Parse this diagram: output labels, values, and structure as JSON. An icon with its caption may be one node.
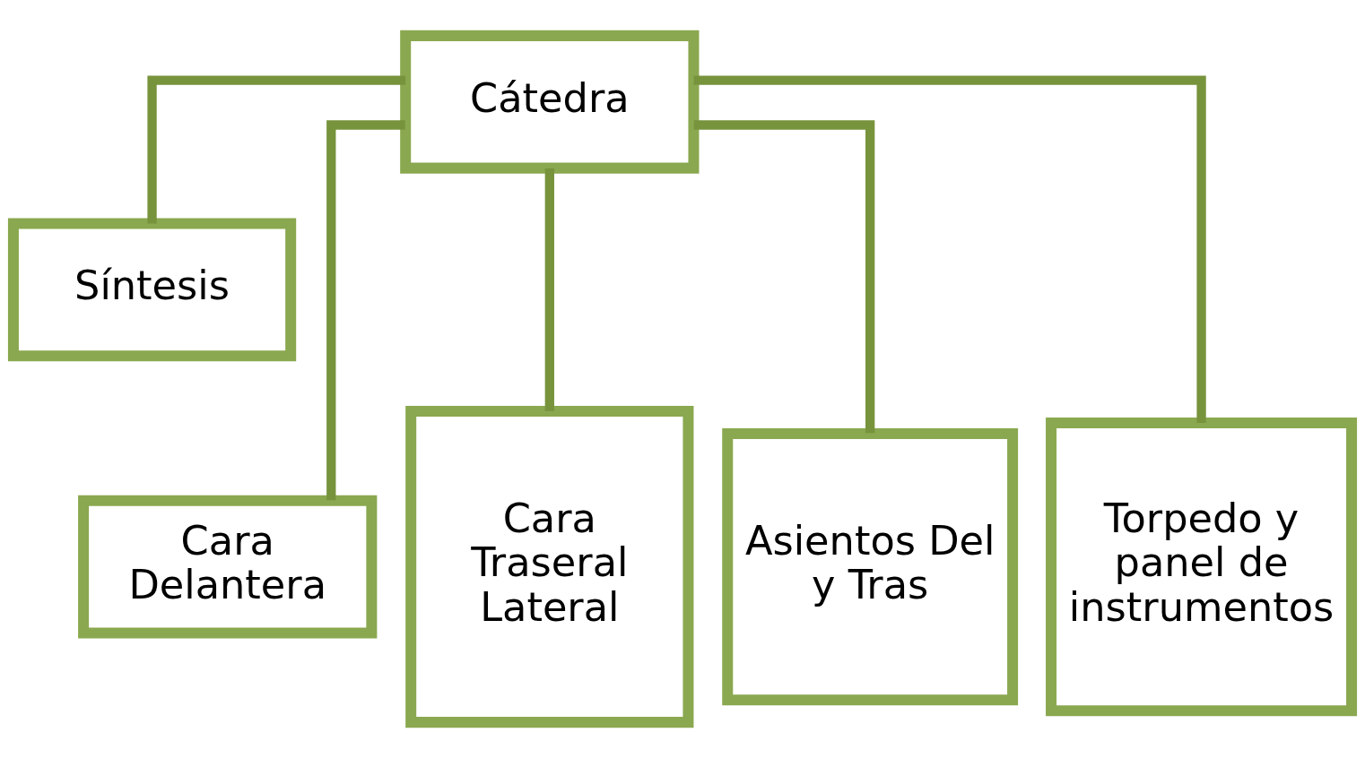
{
  "diagram": {
    "nodes": [
      {
        "text": [
          "Cátedra"
        ]
      },
      {
        "text": [
          "Síntesis"
        ]
      },
      {
        "text": [
          "Cara Delantera"
        ]
      },
      {
        "text": [
          "Cara Traseral Lateral"
        ]
      },
      {
        "text": [
          "Asientos Del y Tras"
        ]
      },
      {
        "text": [
          "Torpedo y panel de instrumentos"
        ]
      }
    ],
    "edges": [
      {
        "from": 0,
        "to": 1,
        "arrow": "none"
      },
      {
        "from": 0,
        "to": 2,
        "arrow": "none"
      },
      {
        "from": 0,
        "to": 3,
        "arrow": "none"
      },
      {
        "from": 0,
        "to": 4,
        "arrow": "none"
      },
      {
        "from": 0,
        "to": 5,
        "arrow": "none"
      }
    ]
  }
}
